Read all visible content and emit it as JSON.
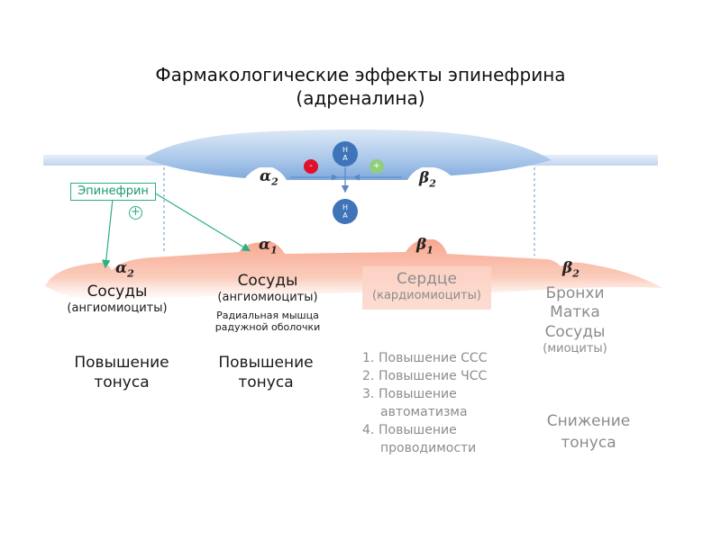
{
  "title": {
    "line1": "Фармакологические эффекты эпинефрина",
    "line2": "(адреналина)"
  },
  "nerve_terminal": {
    "na_top": [
      "Н",
      "А"
    ],
    "na_bottom": [
      "Н",
      "А"
    ],
    "minus_sign": "-",
    "plus_sign": "+",
    "receptor_left": "α2",
    "receptor_right": "β2"
  },
  "epinephrine": {
    "label": "Эпинефрин",
    "plus_sign": "+"
  },
  "receptors_membrane": {
    "alpha1": "α1",
    "beta1": "β1",
    "alpha2_left": "α2",
    "beta2_right": "β2"
  },
  "targets": {
    "vessels_alpha2": {
      "name": "Сосуды",
      "cells": "(ангиомиоциты)"
    },
    "vessels_alpha1": {
      "name": "Сосуды",
      "cells": "(ангиомиоциты)",
      "extra_line1": "Радиальная мышца",
      "extra_line2": "радужной оболочки"
    },
    "heart": {
      "name": "Сердце",
      "cells": "(кардиомиоциты)"
    },
    "beta2_group": {
      "line1": "Бронхи",
      "line2": "Матка",
      "line3": "Сосуды",
      "cells": "(миоциты)"
    }
  },
  "effects": {
    "alpha2": {
      "line1": "Повышение",
      "line2": "тонуса"
    },
    "alpha1": {
      "line1": "Повышение",
      "line2": "тонуса"
    },
    "heart_list": [
      {
        "num": "1.",
        "text": "Повышение ССС"
      },
      {
        "num": "2.",
        "text": "Повышение ЧСС"
      },
      {
        "num": "3.",
        "text": "Повышение",
        "cont": "автоматизма"
      },
      {
        "num": "4.",
        "text": "Повышение",
        "cont": "проводимости"
      }
    ],
    "beta2": {
      "line1": "Снижение",
      "line2": "тонуса"
    }
  },
  "colors": {
    "nerve_blue": "#c5d9f1",
    "nerve_dark": "#8db3e2",
    "na_circle": "#3a6fb0",
    "minus_red": "#e0102c",
    "plus_green": "#8fce7a",
    "cell_pink": "#f7b7a3",
    "heart_box": "#fbd9ce",
    "epi_green": "#2bb07f"
  }
}
